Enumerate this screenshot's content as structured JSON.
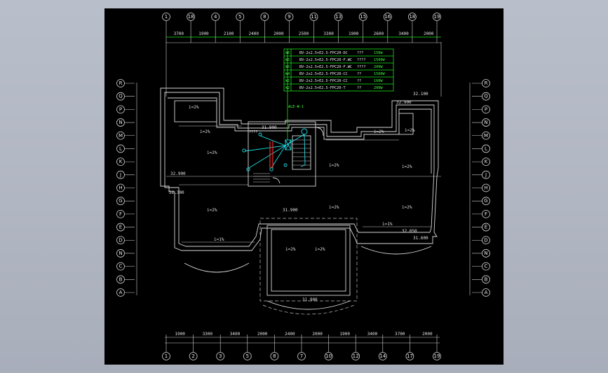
{
  "grid_top": [
    "1",
    "18",
    "4",
    "5",
    "8",
    "9",
    "11",
    "13",
    "15",
    "16",
    "18",
    "19"
  ],
  "dims_top": [
    "3700",
    "1900",
    "2100",
    "2400",
    "2000",
    "2500",
    "3300",
    "1900",
    "2600",
    "3400",
    "2000"
  ],
  "grid_bottom": [
    "1",
    "2",
    "3",
    "5",
    "8",
    "7",
    "10",
    "12",
    "14",
    "17",
    "19"
  ],
  "dims_bottom": [
    "1900",
    "3300",
    "3400",
    "2000",
    "2400",
    "2000",
    "1900",
    "3400",
    "3700",
    "2000"
  ],
  "grid_left": [
    "R",
    "Q",
    "P",
    "N",
    "M",
    "L",
    "K",
    "J",
    "H",
    "G",
    "F",
    "E",
    "D",
    "N",
    "C",
    "B",
    "A"
  ],
  "grid_right": [
    "R",
    "Q",
    "P",
    "N",
    "M",
    "L",
    "K",
    "J",
    "H",
    "G",
    "F",
    "E",
    "D",
    "N",
    "C",
    "B",
    "A"
  ],
  "panel": {
    "title": "ALE-#-1",
    "rows": [
      {
        "id": "W6",
        "spec": "BV-2x2.5+E2.5-FPC20-DC",
        "note": "???",
        "power": "150W"
      },
      {
        "id": "W5",
        "spec": "BV-2x2.5+E2.5-FPC20-F.WC",
        "note": "????",
        "power": "1500W"
      },
      {
        "id": "W5",
        "spec": "BV-2x2.5+E2.5-FPC20-F.WC",
        "note": "????",
        "power": "200W"
      },
      {
        "id": "W4",
        "spec": "BV-2x2.5+E2.5-FPC20-CC",
        "note": "??",
        "power": "1500W"
      },
      {
        "id": "W1",
        "spec": "BV-2x2.5+E2.5-FPC20-CC",
        "note": "??",
        "power": "160W"
      },
      {
        "id": "W2",
        "spec": "BV-2x2.5+E2.5-FPC20-T",
        "note": "??",
        "power": "200W"
      }
    ]
  },
  "elevations": {
    "a": "32.100",
    "b": "32.900",
    "c": "31.900",
    "d": "31.900",
    "e": "31.900",
    "f": "32.050",
    "g": "32.900",
    "h": "31.600",
    "i": "32.300"
  },
  "room_labels": [
    "i=2%",
    "i=2%",
    "i=2%",
    "i=2%",
    "i=2%",
    "i=2%",
    "i=2%",
    "i=2%",
    "i=2%",
    "i=2%",
    "i=2%",
    "i=2%",
    "i=1%",
    "i=1%",
    "????"
  ],
  "colors": {
    "background": "#000000",
    "panel_lines": "#19e619",
    "fixtures": "#22e0e8",
    "conduit": "#ff2a2a"
  }
}
